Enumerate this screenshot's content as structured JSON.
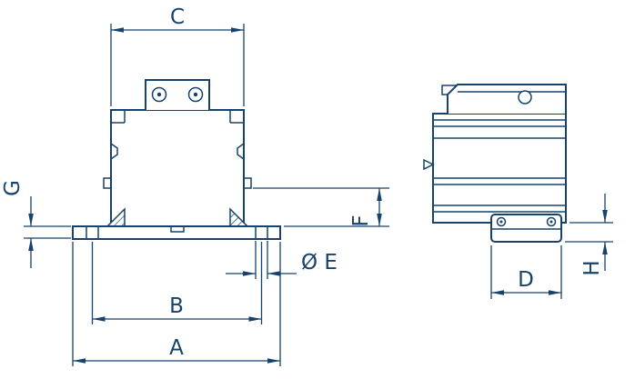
{
  "drawing": {
    "line_color": "#17426b",
    "labels": {
      "A": "A",
      "B": "B",
      "C": "C",
      "D": "D",
      "E": "Ø E",
      "F": "F",
      "G": "G",
      "H": "H"
    }
  }
}
